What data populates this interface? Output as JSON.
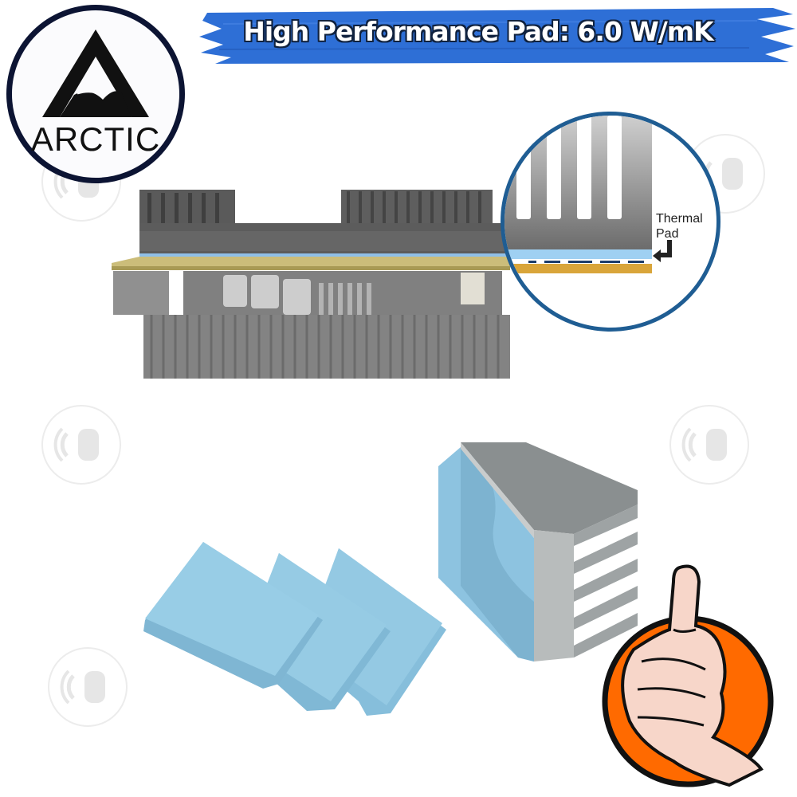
{
  "banner": {
    "title": "High Performance Pad: 6.0 W/mK",
    "color": "#2e6fd6"
  },
  "logo": {
    "brand": "ARCTIC",
    "icon": "arctic-a-logo-icon",
    "ring_color": "#0c1433"
  },
  "inset": {
    "label_line1": "Thermal",
    "label_line2": "Pad",
    "ring_color": "#1f5d93",
    "pad_color": "#9fd0f2",
    "pcb_color": "#d9a53a"
  },
  "watermark": {
    "icon": "cb-watermark-icon"
  },
  "products": {
    "pad_color": "#8ec4df",
    "heatsink_color": "#a9aeaf"
  },
  "badge": {
    "icon": "thumbs-up-icon",
    "bg_color": "#ff6a00"
  }
}
